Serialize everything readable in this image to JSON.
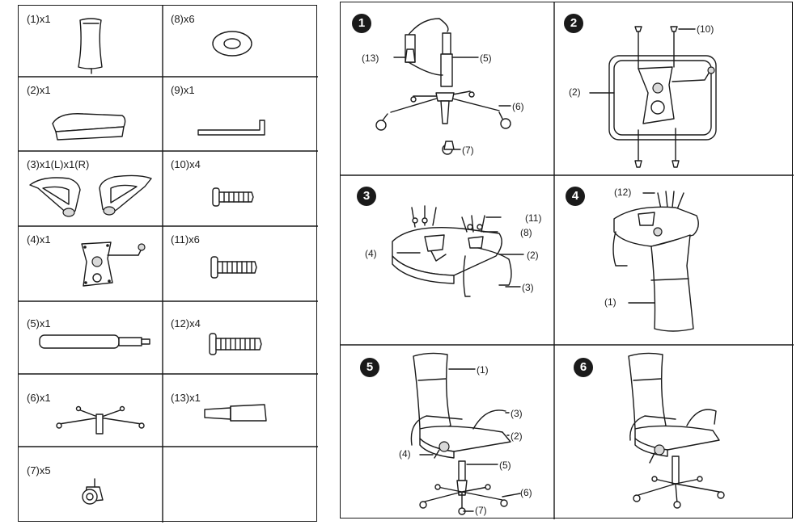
{
  "parts": [
    {
      "id": "part-1",
      "label": "(1)x1",
      "icon": "backrest-icon"
    },
    {
      "id": "part-8",
      "label": "(8)x6",
      "icon": "washer-icon"
    },
    {
      "id": "part-2",
      "label": "(2)x1",
      "icon": "seat-cushion-icon"
    },
    {
      "id": "part-9",
      "label": "(9)x1",
      "icon": "allen-key-icon"
    },
    {
      "id": "part-3",
      "label": "(3)x1(L)x1(R)",
      "icon": "armrests-icon"
    },
    {
      "id": "part-10",
      "label": "(10)x4",
      "icon": "bolt-short-icon"
    },
    {
      "id": "part-4",
      "label": "(4)x1",
      "icon": "seat-mechanism-icon"
    },
    {
      "id": "part-11",
      "label": "(11)x6",
      "icon": "bolt-medium-icon"
    },
    {
      "id": "part-5",
      "label": "(5)x1",
      "icon": "gas-cylinder-icon"
    },
    {
      "id": "part-12",
      "label": "(12)x4",
      "icon": "bolt-long-icon"
    },
    {
      "id": "part-6",
      "label": "(6)x1",
      "icon": "star-base-icon"
    },
    {
      "id": "part-13",
      "label": "(13)x1",
      "icon": "cylinder-cover-icon"
    },
    {
      "id": "part-7",
      "label": "(7)x5",
      "icon": "caster-wheel-icon"
    }
  ],
  "steps": [
    {
      "number": "1",
      "callouts": [
        "(13)",
        "(5)",
        "(6)",
        "(7)"
      ]
    },
    {
      "number": "2",
      "callouts": [
        "(10)",
        "(2)"
      ]
    },
    {
      "number": "3",
      "callouts": [
        "(11)",
        "(8)",
        "(4)",
        "(2)",
        "(3)"
      ]
    },
    {
      "number": "4",
      "callouts": [
        "(12)",
        "(1)"
      ]
    },
    {
      "number": "5",
      "callouts": [
        "(1)",
        "(3)",
        "(2)",
        "(4)",
        "(5)",
        "(6)",
        "(7)"
      ]
    },
    {
      "number": "6",
      "callouts": []
    }
  ]
}
